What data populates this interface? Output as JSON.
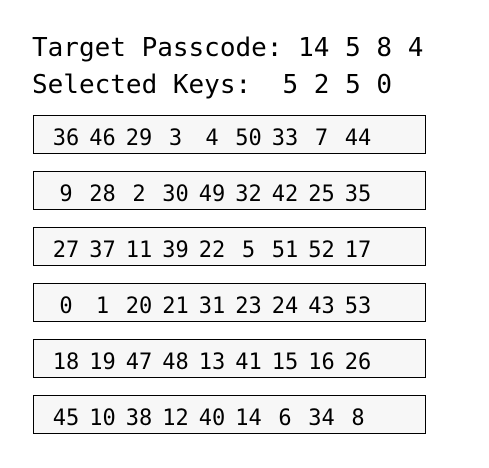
{
  "header": {
    "target_label": "Target Passcode:",
    "target_code": [
      "14",
      "5",
      "8",
      "4"
    ],
    "selected_label": "Selected Keys:",
    "selected_keys": [
      "5",
      "2",
      "5",
      "0"
    ]
  },
  "keypad": {
    "rows": [
      [
        "36",
        "46",
        "29",
        "3",
        "4",
        "50",
        "33",
        "7",
        "44"
      ],
      [
        "9",
        "28",
        "2",
        "30",
        "49",
        "32",
        "42",
        "25",
        "35"
      ],
      [
        "27",
        "37",
        "11",
        "39",
        "22",
        "5",
        "51",
        "52",
        "17"
      ],
      [
        "0",
        "1",
        "20",
        "21",
        "31",
        "23",
        "24",
        "43",
        "53"
      ],
      [
        "18",
        "19",
        "47",
        "48",
        "13",
        "41",
        "15",
        "16",
        "26"
      ],
      [
        "45",
        "10",
        "38",
        "12",
        "40",
        "14",
        "6",
        "34",
        "8"
      ]
    ]
  }
}
